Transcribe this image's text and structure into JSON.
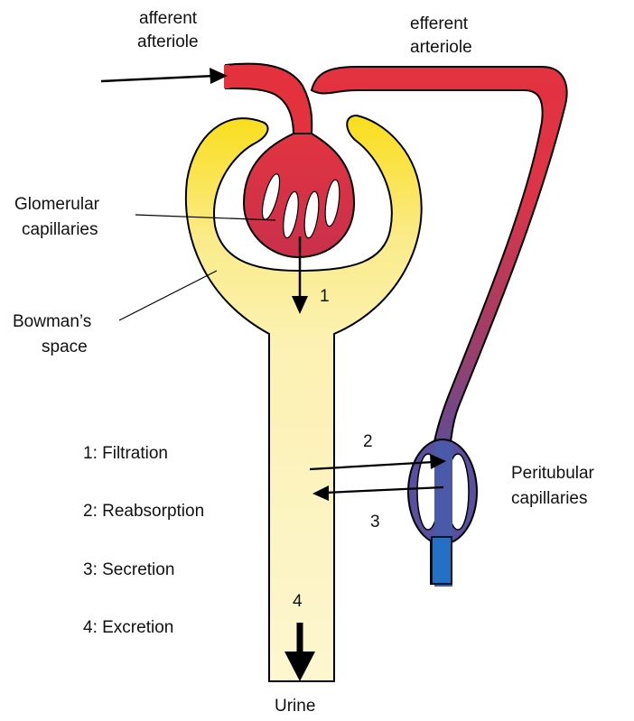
{
  "labels": {
    "afferent_line1": "afferent",
    "afferent_line2": "afteriole",
    "efferent_line1": "efferent",
    "efferent_line2": "arteriole",
    "glomerular_line1": "Glomerular",
    "glomerular_line2": "capillaries",
    "bowman_line1": "Bowman’s",
    "bowman_line2": "space",
    "peritubular_line1": "Peritubular",
    "peritubular_line2": "capillaries",
    "urine": "Urine"
  },
  "step_markers": {
    "one": "1",
    "two": "2",
    "three": "3",
    "four": "4"
  },
  "legend": [
    "1: Filtration",
    "2: Reabsorption",
    "3: Secretion",
    "4: Excretion"
  ],
  "colors": {
    "arteriole_red": "#e0303f",
    "vessel_blue": "#2a6fc4",
    "vessel_purple": "#6d4a8f",
    "capsule_yellow": "#f7e04a",
    "tubule_pale": "#fdf4c0",
    "outline": "#000000"
  }
}
